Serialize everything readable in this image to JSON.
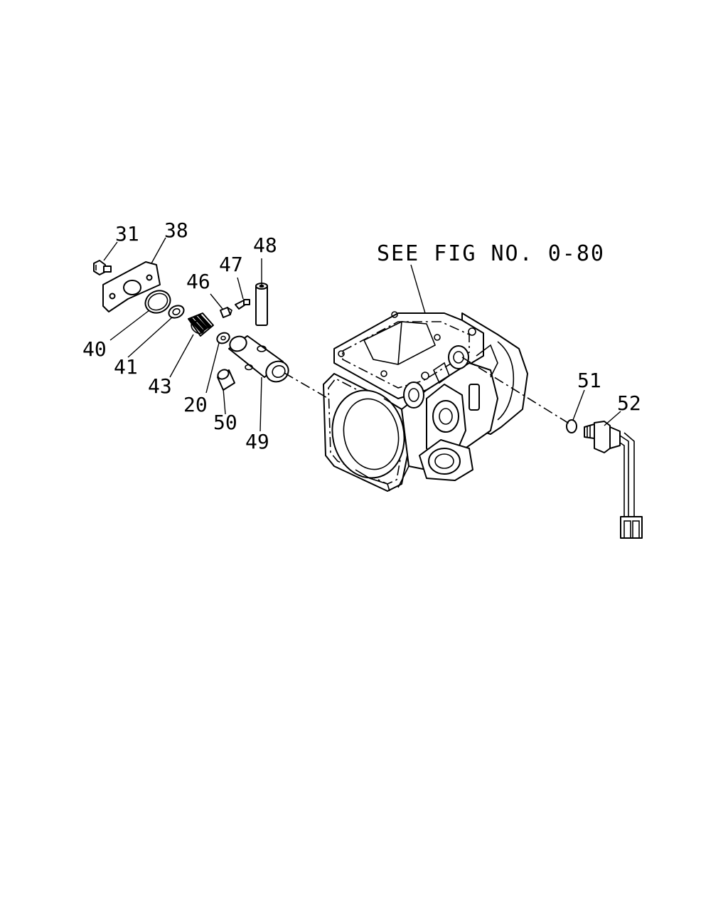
{
  "reference_note": "SEE FIG NO. 0-80",
  "callouts": {
    "c31": "31",
    "c38": "38",
    "c40": "40",
    "c41": "41",
    "c43": "43",
    "c20": "20",
    "c46": "46",
    "c47": "47",
    "c48": "48",
    "c49": "49",
    "c50": "50",
    "c51": "51",
    "c52": "52"
  }
}
